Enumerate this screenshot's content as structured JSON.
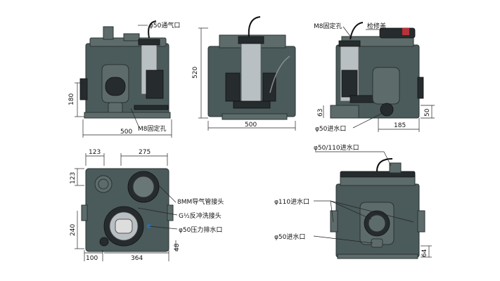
{
  "labels": {
    "vent_50": "φ50通气口",
    "m8_hole_front": "M8固定孔",
    "m8_hole_side": "M8固定孔",
    "inspection_cover": "检修盖",
    "inlet_50_side": "φ50进水口",
    "vent_pipe_8mm": "8MM导气管接头",
    "backflush_g": "G½反冲洗接头",
    "pressure_outlet_50": "φ50压力排水口",
    "inlet_50_110": "φ50/110进水口",
    "inlet_110": "φ110进水口",
    "inlet_50_bottom": "φ50进水口"
  },
  "dims": {
    "front_height_180": "180",
    "front_width_500": "500",
    "mid_height_520": "520",
    "mid_width_500": "500",
    "side_63": "63",
    "side_185": "185",
    "side_50": "50",
    "top_123_a": "123",
    "top_275": "275",
    "top_123_b": "123",
    "top_240": "240",
    "top_48": "48",
    "top_100": "100",
    "top_364": "364",
    "rear_64": "64"
  },
  "colors": {
    "body": "#4b5a5a",
    "steel": "#b9c0c3",
    "accent_red": "#b8323a"
  }
}
